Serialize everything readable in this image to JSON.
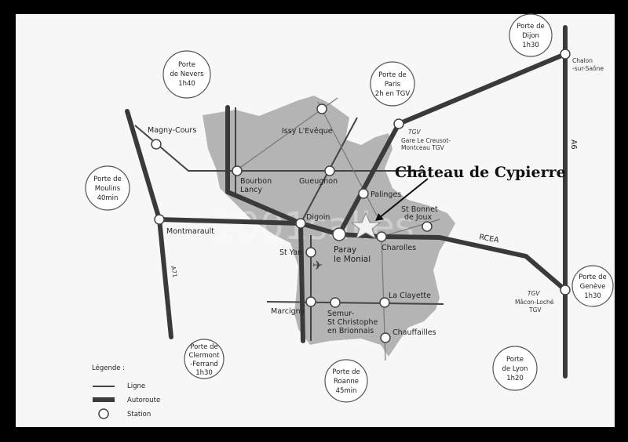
{
  "title": "Château de Cypierre",
  "watermark": "1001salles",
  "colors": {
    "frame": "#000000",
    "background": "#f7f7f7",
    "region": "#b4b4b4",
    "road": "#3a3a3a"
  },
  "stations": {
    "magny": "Magny-Cours",
    "issy": "Issy L'Evêque",
    "bourbon1": "Bourbon",
    "bourbon2": "Lancy",
    "gueugnon": "Gueugnon",
    "palinges": "Palinges",
    "digoin": "Digoin",
    "paray1": "Paray",
    "paray2": "le Monial",
    "charolles": "Charolles",
    "stbonnet1": "St Bonnet",
    "stbonnet2": "de Joux",
    "styan": "St Yan",
    "marcigny": "Marcigny",
    "semur1": "Semur-",
    "semur2": "St Christophe",
    "semur3": "en Brionnais",
    "clayette": "La Clayette",
    "chauffailles": "Chauffailles",
    "montmarault": "Montmarault",
    "creusot_tgv": "TGV",
    "creusot1": "Gare Le Creusot-",
    "creusot2": "Montceau TGV",
    "chalon1": "Chalon",
    "chalon2": "-sur-Saône",
    "macon_tgv": "TGV",
    "macon1": "Mâcon-Loché",
    "macon2": "TGV"
  },
  "roads": {
    "a71": "A71",
    "a6": "A6",
    "rcea": "RCEA"
  },
  "portes": [
    {
      "l1": "Porte",
      "l2": "de Nevers",
      "l3": "1h40"
    },
    {
      "l1": "Porte de",
      "l2": "Dijon",
      "l3": "1h30"
    },
    {
      "l1": "Porte de",
      "l2": "Paris",
      "l3": "2h en TGV"
    },
    {
      "l1": "Porte de",
      "l2": "Moulins",
      "l3": "40min"
    },
    {
      "l1": "Porte de",
      "l2": "Clermont",
      "l3": "-Ferrand",
      "l4": "1h30"
    },
    {
      "l1": "Porte de",
      "l2": "Roanne",
      "l3": "45min"
    },
    {
      "l1": "Porte",
      "l2": "de Lyon",
      "l3": "1h20"
    },
    {
      "l1": "Porte de",
      "l2": "Genève",
      "l3": "1h30"
    }
  ],
  "legend": {
    "title": "Légende :",
    "ligne": "Ligne",
    "autoroute": "Autoroute",
    "station": "Station"
  },
  "icons": {
    "castle": "star-icon",
    "airport": "airplane-icon",
    "pointer": "arrow-icon"
  }
}
